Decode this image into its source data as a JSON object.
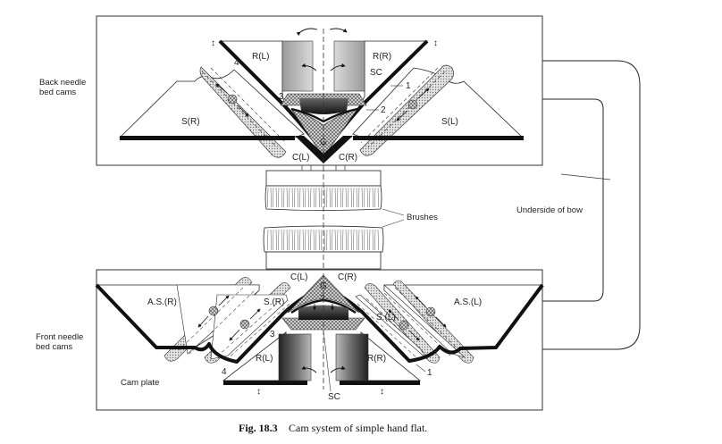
{
  "figure": {
    "number": "Fig. 18.3",
    "caption": "Cam system of simple hand flat."
  },
  "side_labels": {
    "back_line1": "Back needle",
    "back_line2": "bed cams",
    "front_line1": "Front needle",
    "front_line2": "bed cams",
    "bow": "Underside of bow",
    "brushes": "Brushes",
    "cam_plate": "Cam plate"
  },
  "back_bed": {
    "raising_left": "R(L)",
    "raising_right": "R(R)",
    "stitch_right": "S(R)",
    "stitch_left": "S(L)",
    "switch_cam": "SC",
    "guard": "G",
    "clearing_left": "C(L)",
    "clearing_right": "C(R)",
    "num1": "1",
    "num2": "2",
    "num3": "3",
    "num4": "4"
  },
  "front_bed": {
    "aux_stitch_right": "A.S.(R)",
    "aux_stitch_left": "A.S.(L)",
    "stitch_right": "S.(R)",
    "stitch_left": "S.(L)",
    "raising_left": "R(L)",
    "raising_right": "R(R)",
    "switch_cam": "SC",
    "guard": "G",
    "clearing_left": "C(L)",
    "clearing_right": "C(R)",
    "num1": "1",
    "num2": "2",
    "num3": "3",
    "num4": "4"
  }
}
